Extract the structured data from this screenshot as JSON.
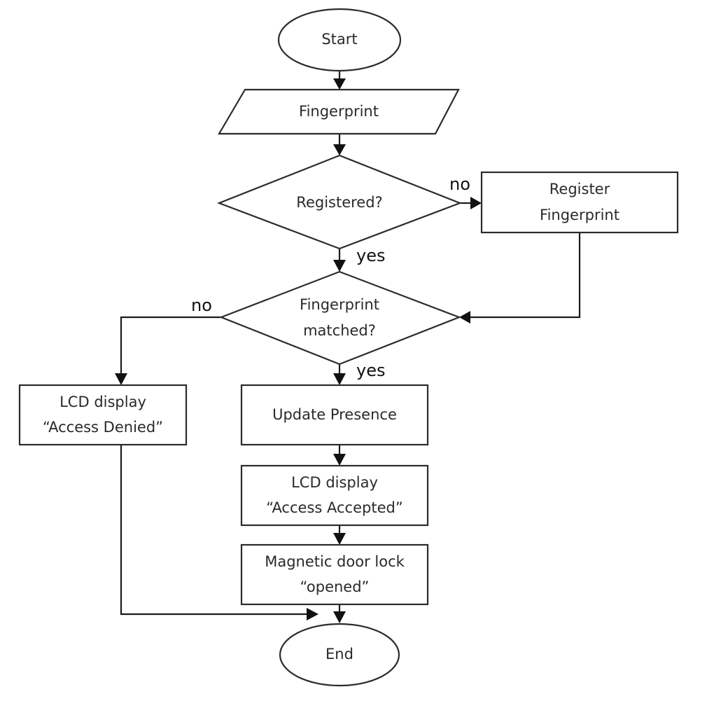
{
  "diagram": {
    "type": "flowchart",
    "nodes": {
      "start": {
        "shape": "terminator",
        "label": "Start"
      },
      "input": {
        "shape": "input-output",
        "label": "Fingerprint"
      },
      "registered": {
        "shape": "decision",
        "label": "Registered?"
      },
      "register": {
        "shape": "process",
        "lines": [
          "Register",
          "Fingerprint"
        ]
      },
      "matched": {
        "shape": "decision",
        "lines": [
          "Fingerprint",
          "matched?"
        ]
      },
      "denied": {
        "shape": "process",
        "lines": [
          "LCD display",
          "“Access Denied”"
        ]
      },
      "presence": {
        "shape": "process",
        "label": "Update Presence"
      },
      "accepted": {
        "shape": "process",
        "lines": [
          "LCD display",
          "“Access Accepted”"
        ]
      },
      "door": {
        "shape": "process",
        "lines": [
          "Magnetic door lock",
          "“opened”"
        ]
      },
      "end": {
        "shape": "terminator",
        "label": "End"
      }
    },
    "edge_labels": {
      "registered_no": "no",
      "registered_yes": "yes",
      "matched_no": "no",
      "matched_yes": "yes"
    },
    "edges": [
      {
        "from": "start",
        "to": "input"
      },
      {
        "from": "input",
        "to": "registered"
      },
      {
        "from": "registered",
        "to": "register",
        "label": "no"
      },
      {
        "from": "registered",
        "to": "matched",
        "label": "yes"
      },
      {
        "from": "register",
        "to": "matched"
      },
      {
        "from": "matched",
        "to": "denied",
        "label": "no"
      },
      {
        "from": "matched",
        "to": "presence",
        "label": "yes"
      },
      {
        "from": "presence",
        "to": "accepted"
      },
      {
        "from": "accepted",
        "to": "door"
      },
      {
        "from": "door",
        "to": "end"
      },
      {
        "from": "denied",
        "to": "end"
      }
    ]
  }
}
